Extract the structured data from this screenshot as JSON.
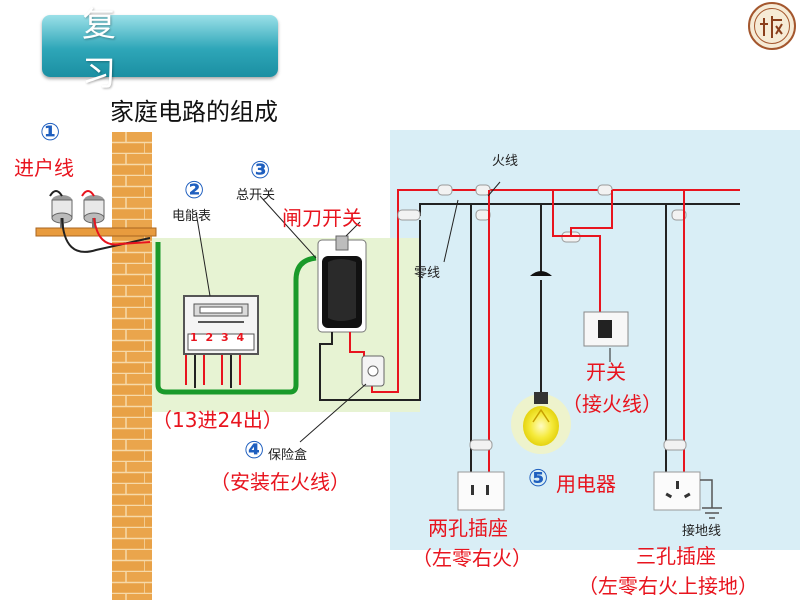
{
  "banner": {
    "title": "复 习"
  },
  "subtitle": "家庭电路的组成",
  "labels": {
    "n1": "①",
    "incoming_line": "进户线",
    "n2": "②",
    "meter": "电能表",
    "n3": "③",
    "main_switch": "总开关",
    "knife_switch": "闸刀开关",
    "fire_wire": "火线",
    "zero_wire": "零线",
    "terminals": "1 2 3 4",
    "meter_rule": "（13进24出）",
    "n4": "④",
    "fuse_box": "保险盒",
    "fuse_rule": "（安装在火线）",
    "switch": "开关",
    "switch_rule": "（接火线）",
    "n5": "⑤",
    "appliance": "用电器",
    "two_hole": "两孔插座",
    "two_hole_rule": "（左零右火）",
    "three_hole": "三孔插座",
    "three_hole_rule": "（左零右火上接地）",
    "ground_wire": "接地线"
  }
}
